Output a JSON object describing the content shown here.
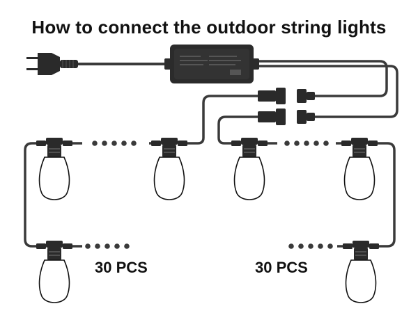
{
  "title": "How to connect the outdoor string lights",
  "sections": [
    {
      "count_label": "30 PCS"
    },
    {
      "count_label": "30 PCS"
    }
  ],
  "colors": {
    "cable": "#3a3a3a",
    "socket": "#2a2a2a",
    "bulb_fill": "#ffffff",
    "bulb_stroke": "#111111",
    "adapter": "#2b2b2b",
    "dots": "#3a3a3a",
    "text": "#111111"
  },
  "icons": [
    "power-plug-icon",
    "power-adapter-icon",
    "waterproof-connector-icon",
    "bulb-icon"
  ]
}
